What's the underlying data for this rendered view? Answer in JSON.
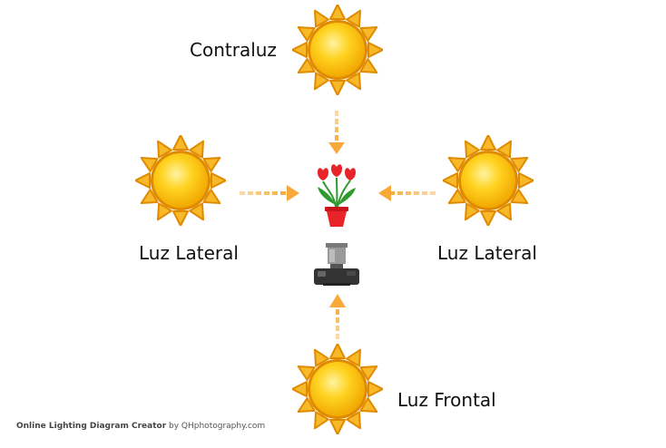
{
  "labels": {
    "back": "Contraluz",
    "side_left": "Luz Lateral",
    "side_right": "Luz Lateral",
    "front": "Luz Frontal"
  },
  "credit": {
    "strong": "Online Lighting Diagram Creator",
    "rest": " by QHphotography.com"
  },
  "colors": {
    "sun_ray": "#f7b928",
    "sun_ray_stroke": "#e08a00",
    "sun_core": "#ffc520",
    "arrow": "#f8a93a",
    "flower_red": "#e8232a",
    "leaf_green": "#2f9b2f",
    "camera": "#333333"
  },
  "icons": [
    "sun-icon",
    "flower-pot-icon",
    "camera-icon",
    "arrow-icon"
  ]
}
